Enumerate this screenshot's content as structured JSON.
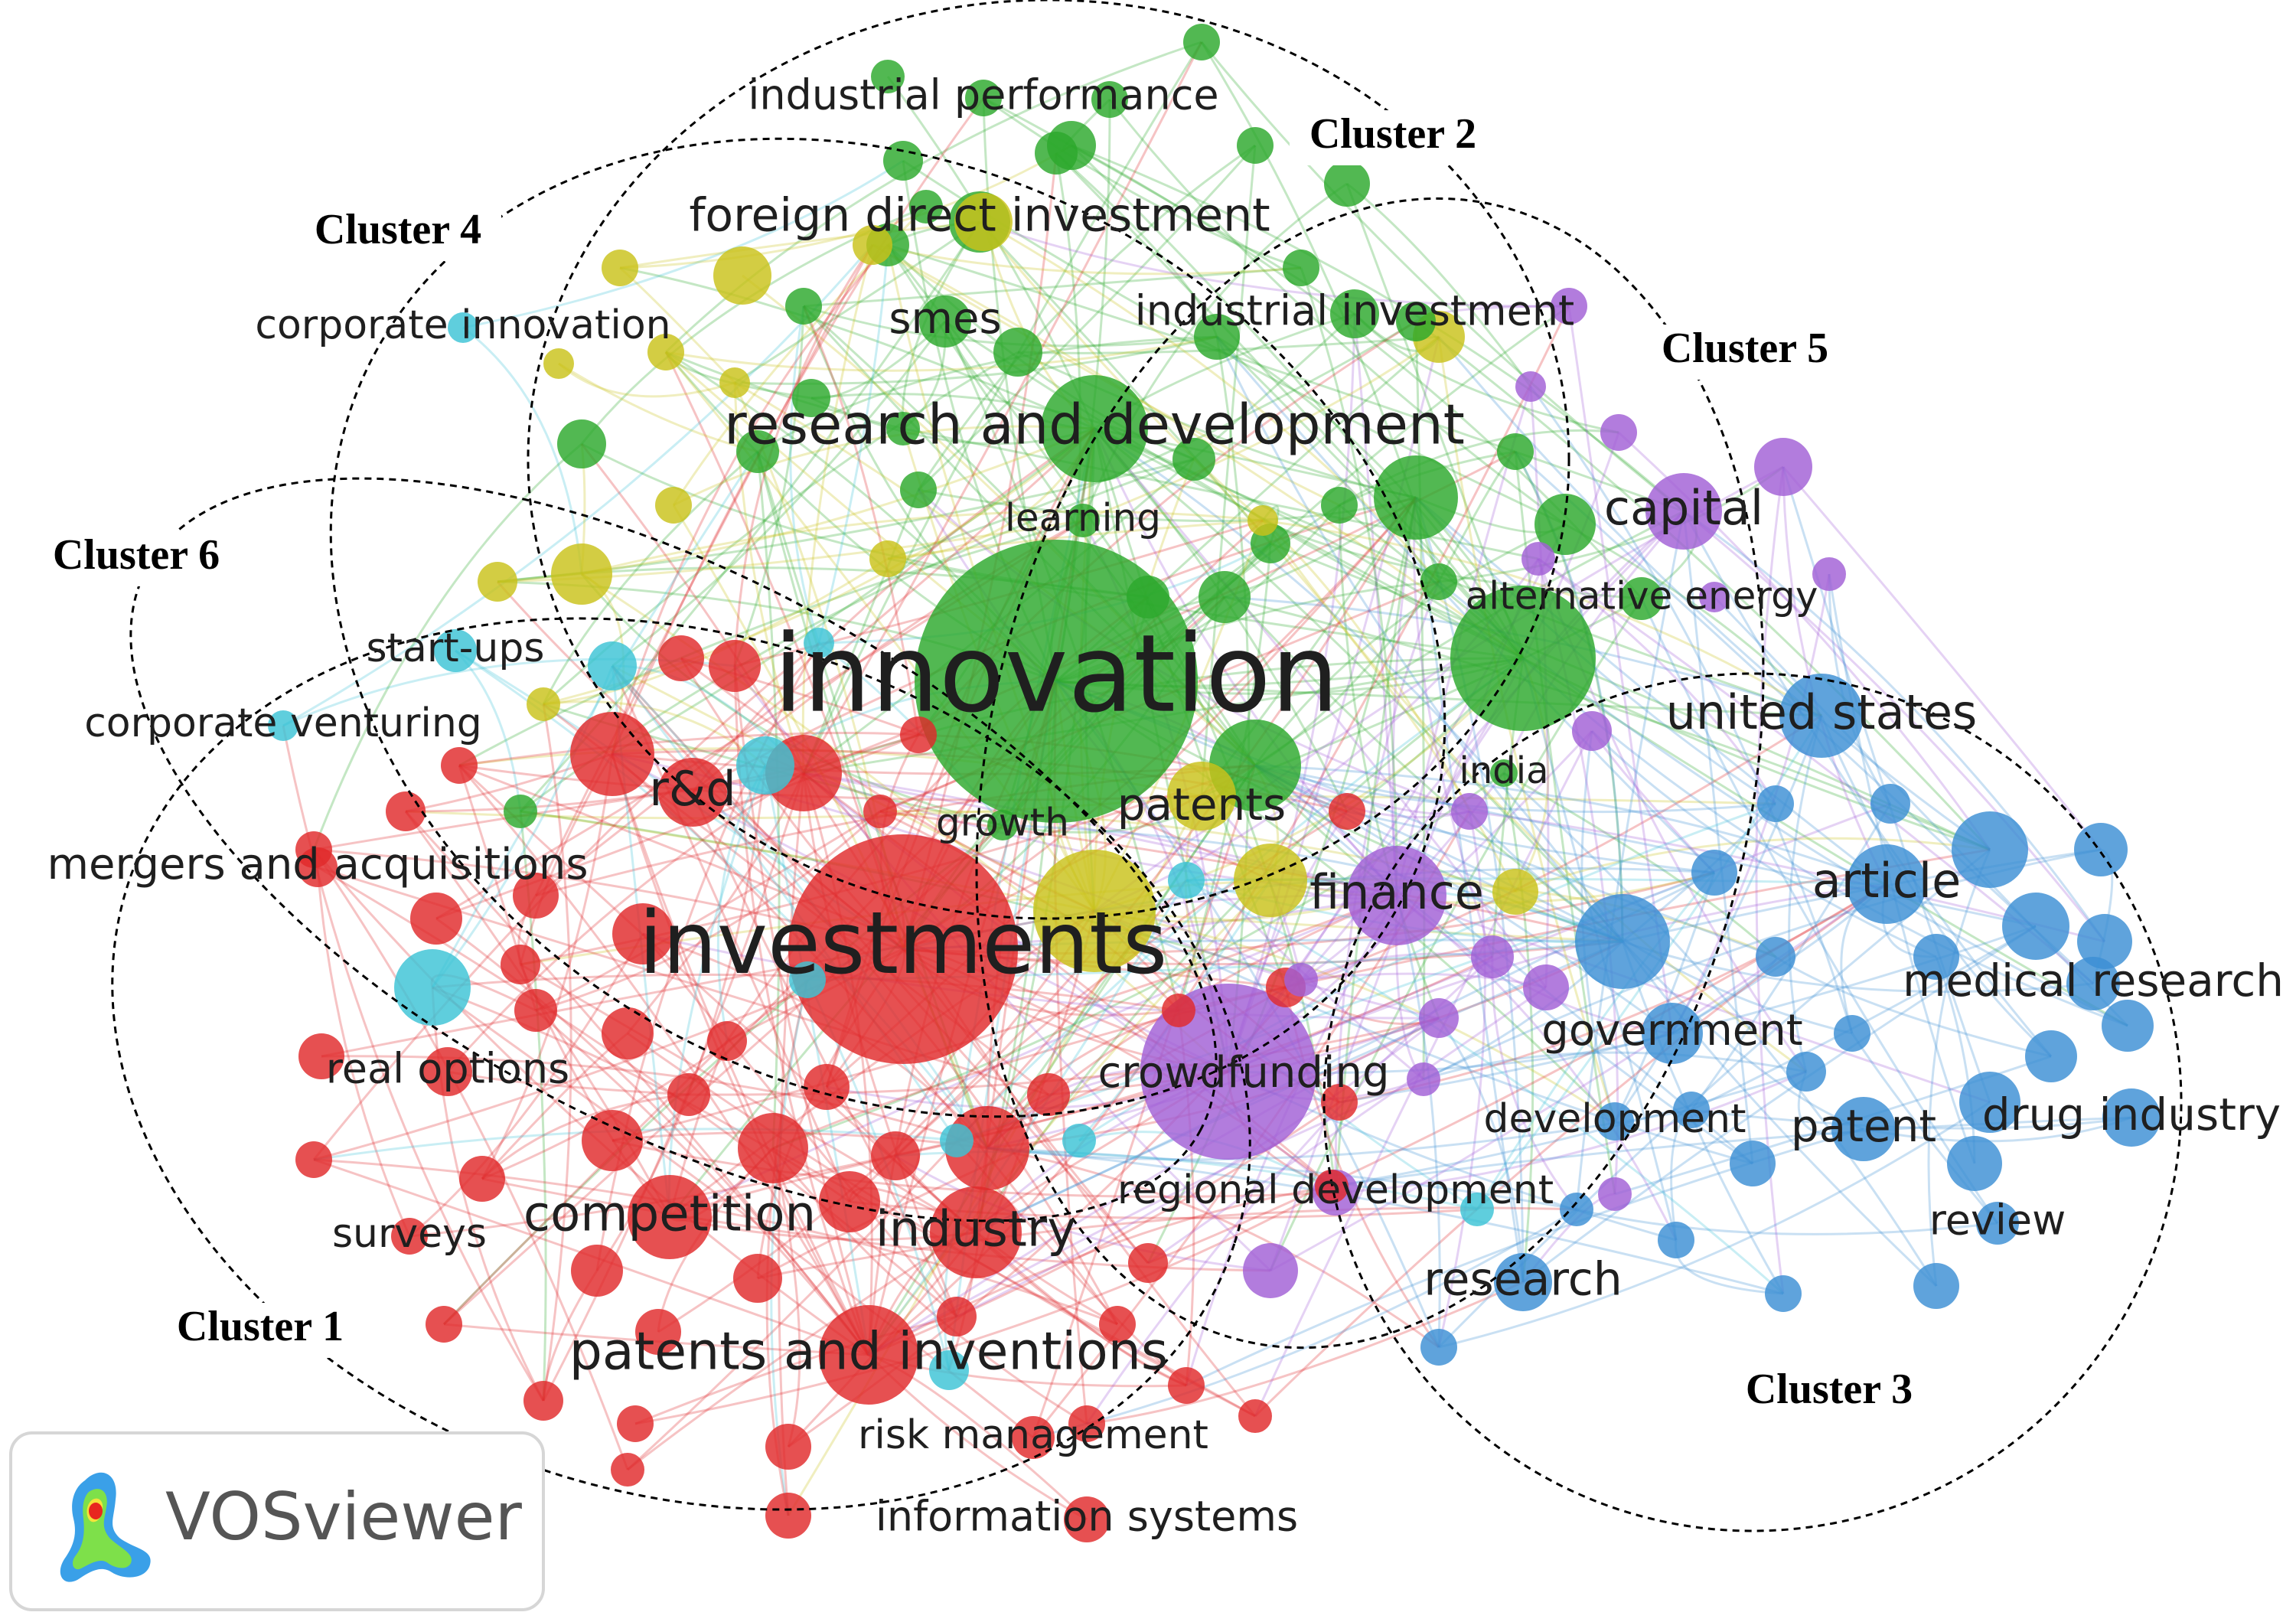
{
  "software": "VOSviewer",
  "colors": {
    "cluster1": "#e0292b",
    "cluster2": "#2ca82c",
    "cluster3": "#3c8fd4",
    "cluster4": "#c9c21a",
    "cluster5": "#a15fd6",
    "cluster6": "#3cc3d6"
  },
  "clusters": [
    {
      "id": 1,
      "label": "Cluster 1"
    },
    {
      "id": 2,
      "label": "Cluster 2"
    },
    {
      "id": 3,
      "label": "Cluster 3"
    },
    {
      "id": 4,
      "label": "Cluster 4"
    },
    {
      "id": 5,
      "label": "Cluster 5"
    },
    {
      "id": 6,
      "label": "Cluster 6"
    }
  ],
  "keywords": [
    {
      "label": "innovation",
      "cluster": 2
    },
    {
      "label": "investments",
      "cluster": 1
    },
    {
      "label": "research and development",
      "cluster": 2
    },
    {
      "label": "foreign direct investment",
      "cluster": 2
    },
    {
      "label": "industrial performance",
      "cluster": 2
    },
    {
      "label": "industrial investment",
      "cluster": 2
    },
    {
      "label": "smes",
      "cluster": 2
    },
    {
      "label": "learning",
      "cluster": 2
    },
    {
      "label": "growth",
      "cluster": 2
    },
    {
      "label": "patents",
      "cluster": 4
    },
    {
      "label": "india",
      "cluster": 2
    },
    {
      "label": "alternative energy",
      "cluster": 2
    },
    {
      "label": "capital",
      "cluster": 5
    },
    {
      "label": "finance",
      "cluster": 5
    },
    {
      "label": "crowdfunding",
      "cluster": 5
    },
    {
      "label": "regional development",
      "cluster": 5
    },
    {
      "label": "united states",
      "cluster": 3
    },
    {
      "label": "article",
      "cluster": 3
    },
    {
      "label": "medical research",
      "cluster": 3
    },
    {
      "label": "government",
      "cluster": 3
    },
    {
      "label": "development",
      "cluster": 3
    },
    {
      "label": "patent",
      "cluster": 3
    },
    {
      "label": "drug industry",
      "cluster": 3
    },
    {
      "label": "review",
      "cluster": 3
    },
    {
      "label": "research",
      "cluster": 3
    },
    {
      "label": "corporate innovation",
      "cluster": 6
    },
    {
      "label": "start-ups",
      "cluster": 6
    },
    {
      "label": "corporate venturing",
      "cluster": 6
    },
    {
      "label": "r&d",
      "cluster": 1
    },
    {
      "label": "mergers and acquisitions",
      "cluster": 1
    },
    {
      "label": "real options",
      "cluster": 1
    },
    {
      "label": "surveys",
      "cluster": 1
    },
    {
      "label": "competition",
      "cluster": 1
    },
    {
      "label": "industry",
      "cluster": 1
    },
    {
      "label": "patents and inventions",
      "cluster": 1
    },
    {
      "label": "risk management",
      "cluster": 1
    },
    {
      "label": "information systems",
      "cluster": 1
    }
  ]
}
